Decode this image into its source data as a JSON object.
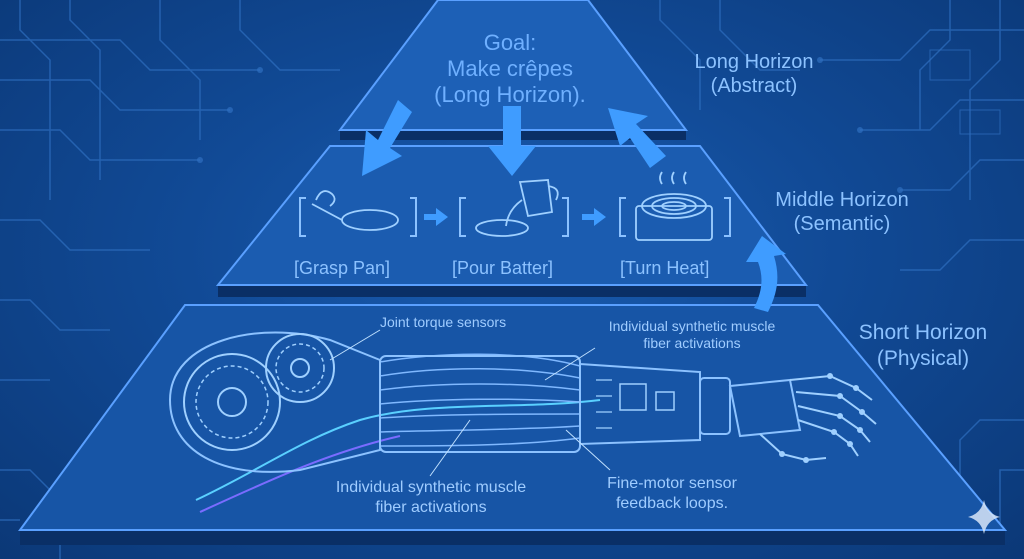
{
  "top_tier": {
    "goal_lines": [
      "Goal:",
      "Make crêpes",
      "(Long Horizon)."
    ],
    "label_lines": [
      "Long Horizon",
      "(Abstract)"
    ]
  },
  "middle_tier": {
    "label_lines": [
      "Middle Horizon",
      "(Semantic)"
    ],
    "steps": [
      "[Grasp Pan]",
      "[Pour Batter]",
      "[Turn Heat]"
    ]
  },
  "bottom_tier": {
    "label_lines": [
      "Short Horizon",
      "(Physical)"
    ],
    "annotations": {
      "joint_sensors": "Joint torque sensors",
      "muscle_top": [
        "Individual synthetic muscle",
        "fiber activations"
      ],
      "muscle_bottom": [
        "Individual synthetic muscle",
        "fiber activations"
      ],
      "fine_motor": [
        "Fine-motor sensor",
        "feedback loops."
      ]
    }
  },
  "icons": [
    "pan-icon",
    "batter-jug-icon",
    "stove-icon",
    "robot-arm-illustration",
    "sparkle-icon"
  ]
}
